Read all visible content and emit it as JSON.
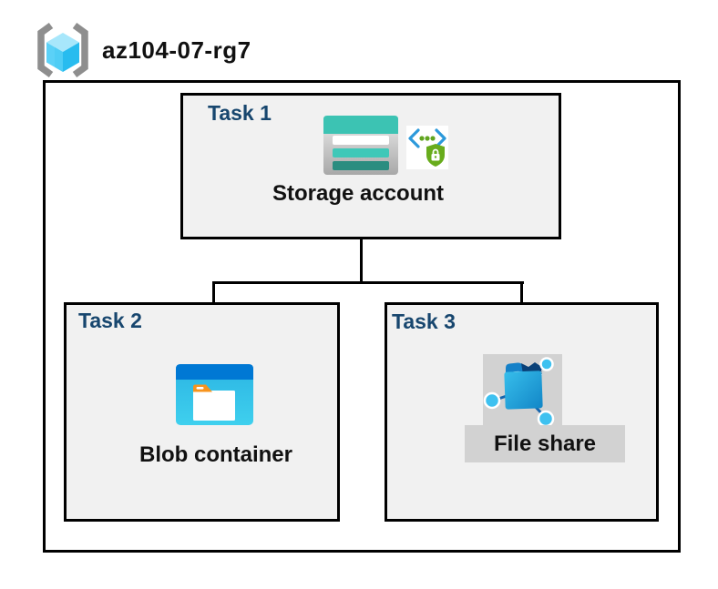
{
  "header": {
    "resource_group_name": "az104-07-rg7"
  },
  "diagram": {
    "boxes": [
      {
        "label": "Task 1",
        "item_label": "Storage account",
        "icons": [
          "storage-account-icon",
          "shared-access-signature-icon"
        ]
      },
      {
        "label": "Task 2",
        "item_label": "Blob container",
        "icons": [
          "blob-container-icon"
        ]
      },
      {
        "label": "Task 3",
        "item_label": "File share",
        "icons": [
          "file-share-icon"
        ]
      }
    ],
    "connections": [
      {
        "from": "Storage account",
        "to": "Blob container"
      },
      {
        "from": "Storage account",
        "to": "File share"
      }
    ]
  },
  "colors": {
    "task_label_blue": "#17466E",
    "box_fill": "#F1F1F1",
    "box_border": "#000000",
    "connector": "#000000",
    "highlight_gray": "#D2D2D2",
    "storage_teal": "#3CC3B3",
    "storage_teal_dark": "#2A8D80",
    "blob_top_blue": "#0078D4",
    "blob_cyan": "#35C4E9",
    "blob_orange": "#F7941E",
    "folder_blue": "#1286C7",
    "node_cyan": "#3EC1F0",
    "node_stem_blue": "#1565AE",
    "sas_green": "#68AC1C",
    "sas_bracket_blue": "#2C99DB",
    "cube_cyan": "#28BCEF",
    "bracket_gray": "#8E8E8E"
  }
}
